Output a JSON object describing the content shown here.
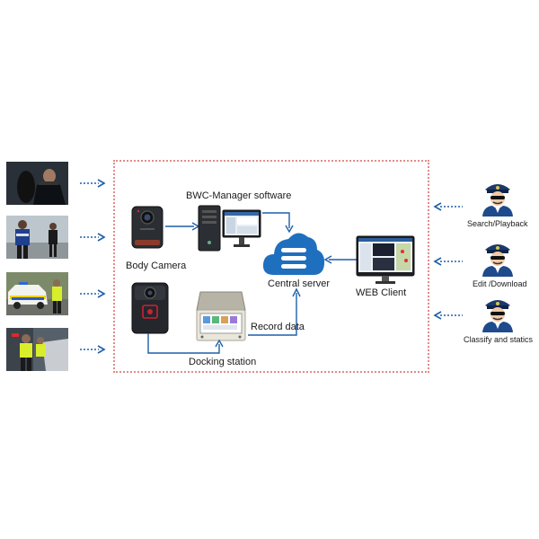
{
  "labels": {
    "bwc_manager": "BWC-Manager software",
    "body_camera": "Body Camera",
    "central_server": "Central  server",
    "web_client": "WEB Client",
    "record_data": "Record data",
    "docking_station": "Docking station"
  },
  "roles": [
    {
      "label": "Search/Playback"
    },
    {
      "label": "Edit /Download"
    },
    {
      "label": "Classify and statics"
    }
  ],
  "photos": [
    {
      "name": "photo-officer-aiming"
    },
    {
      "name": "photo-officers-walking"
    },
    {
      "name": "photo-police-car-officer"
    },
    {
      "name": "photo-traffic-stop"
    }
  ],
  "colors": {
    "arrow": "#1f5fa8",
    "cloud": "#1f6fbf",
    "frame": "#e28b8b"
  }
}
